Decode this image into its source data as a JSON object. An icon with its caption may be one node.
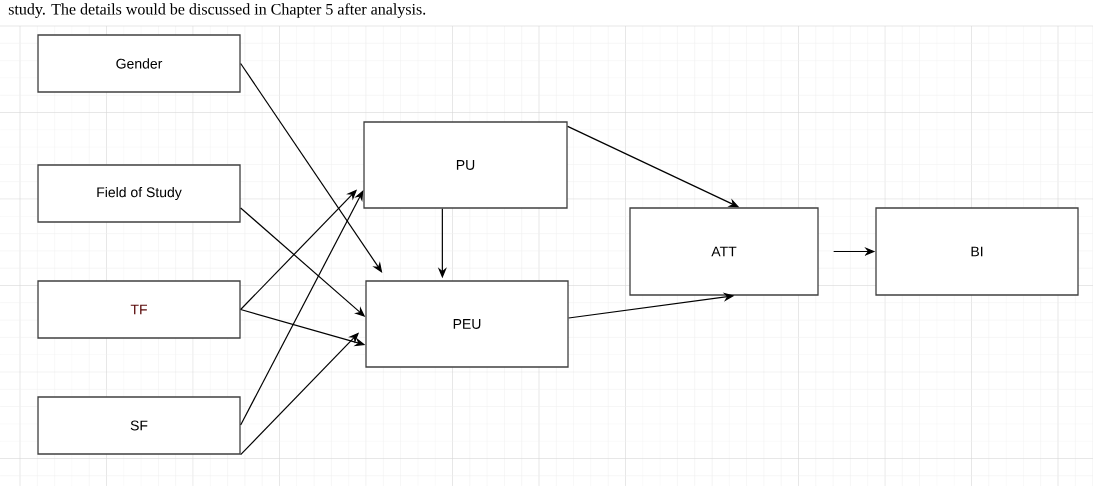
{
  "diagram": {
    "nodes": [
      {
        "text": [
          "Gender"
        ]
      },
      {
        "text": [
          "Field of Study"
        ]
      },
      {
        "text": [
          "TF"
        ]
      },
      {
        "text": [
          "SF"
        ]
      },
      {
        "text": [
          "PU"
        ]
      },
      {
        "text": [
          "PEU"
        ]
      },
      {
        "text": [
          "ATT"
        ]
      },
      {
        "text": [
          "BI"
        ]
      }
    ],
    "edges": [
      {
        "from": 0,
        "to": 5,
        "arrow": "to"
      },
      {
        "from": 1,
        "to": 5,
        "arrow": "to"
      },
      {
        "from": 2,
        "to": 4,
        "arrow": "to"
      },
      {
        "from": 2,
        "to": 5,
        "arrow": "to"
      },
      {
        "from": 3,
        "to": 4,
        "arrow": "to"
      },
      {
        "from": 3,
        "to": 5,
        "arrow": "to"
      },
      {
        "from": 4,
        "to": 5,
        "arrow": "to"
      },
      {
        "from": 4,
        "to": 6,
        "arrow": "to"
      },
      {
        "from": 5,
        "to": 6,
        "arrow": "to"
      },
      {
        "from": 6,
        "to": 7,
        "arrow": "to"
      }
    ],
    "labels": [
      "study. The details would be discussed in Chapter 5 after analysis."
    ]
  }
}
